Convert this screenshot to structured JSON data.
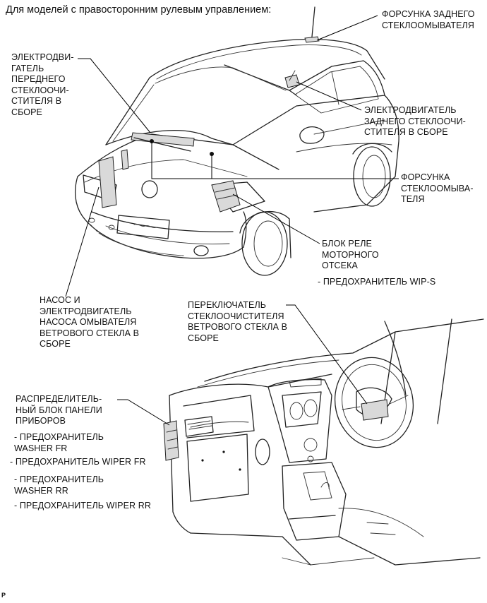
{
  "header": "Для моделей с правосторонним рулевым управлением:",
  "labels": {
    "rear_washer_nozzle": "ФОРСУНКА ЗАДНЕГО\nСТЕКЛООМЫВАТЕЛЯ",
    "front_wiper_motor": "ЭЛЕКТРОДВИ-\nГАТЕЛЬ\nПЕРЕДНЕГО\nСТЕКЛООЧИ-\nСТИТЕЛЯ В\nСБОРЕ",
    "rear_wiper_motor": "ЭЛЕКТРОДВИГАТЕЛЬ\nЗАДНЕГО СТЕКЛООЧИ-\nСТИТЕЛЯ В СБОРЕ",
    "washer_nozzle": "ФОРСУНКА\nСТЕКЛООМЫВА-\nТЕЛЯ",
    "engine_relay_block": "БЛОК РЕЛЕ\nМОТОРНОГО\nОТСЕКА",
    "fuse_wip_s": "- ПРЕДОХРАНИТЕЛЬ WIP-S",
    "washer_pump": "НАСОС И\nЭЛЕКТРОДВИГАТЕЛЬ\nНАСОСА ОМЫВАТЕЛЯ\nВЕТРОВОГО СТЕКЛА В\nСБОРЕ",
    "wiper_switch": "ПЕРЕКЛЮЧАТЕЛЬ\nСТЕКЛООЧИСТИТЕЛЯ\nВЕТРОВОГО СТЕКЛА В\nСБОРЕ",
    "instrument_panel_block": "РАСПРЕДЕЛИТЕЛЬ-\nНЫЙ БЛОК ПАНЕЛИ\nПРИБОРОВ",
    "fuse_washer_fr": "- ПРЕДОХРАНИТЕЛЬ\nWASHER FR",
    "fuse_wiper_fr": "- ПРЕДОХРАНИТЕЛЬ WIPER FR",
    "fuse_washer_rr": "- ПРЕДОХРАНИТЕЛЬ\nWASHER RR",
    "fuse_wiper_rr": "- ПРЕДОХРАНИТЕЛЬ WIPER RR"
  },
  "footer_code": "P"
}
